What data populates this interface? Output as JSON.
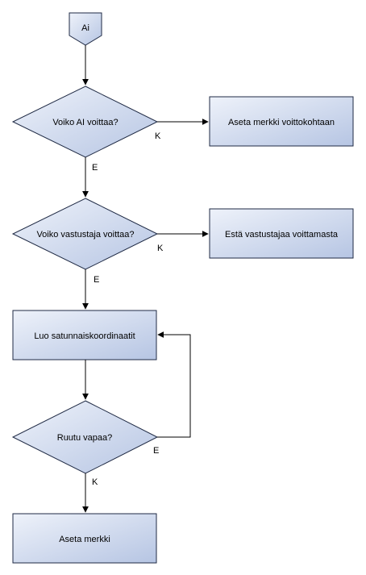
{
  "colors": {
    "fill_start": "#eef2fa",
    "fill_end": "#b6c5e3",
    "stroke": "#1f2a44",
    "line": "#000000"
  },
  "nodes": {
    "start": "Ai",
    "decision_ai_win": "Voiko AI voittaa?",
    "action_set_winning_mark": "Aseta merkki voittokohtaan",
    "decision_opponent_win": "Voiko vastustaja voittaa?",
    "action_block_opponent": "Estä vastustajaa voittamasta",
    "action_random_coords": "Luo satunnaiskoordinaatit",
    "decision_cell_free": "Ruutu vapaa?",
    "action_set_mark": "Aseta merkki"
  },
  "edges": {
    "ai_win_yes": "K",
    "ai_win_no": "E",
    "opp_win_yes": "K",
    "opp_win_no": "E",
    "cell_free_no": "E",
    "cell_free_yes": "K"
  }
}
